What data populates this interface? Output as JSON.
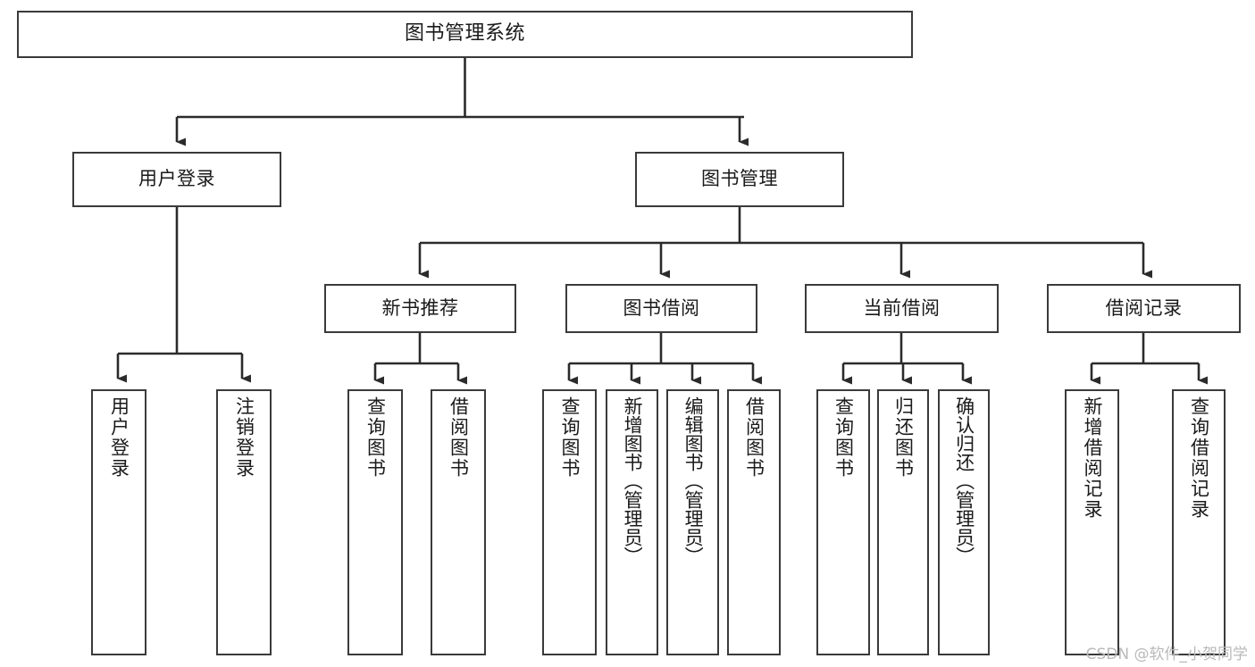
{
  "diagram": {
    "type": "tree-hierarchy",
    "title": "图书管理系统",
    "orientation": "top-down",
    "colors": {
      "background": "#ffffff",
      "node_fill": "#ffffff",
      "node_border": "#3a3a3a",
      "edge": "#2b2b2b",
      "text": "#1a1a1a",
      "watermark": "#b9b9b9"
    },
    "root": {
      "label": "图书管理系统"
    },
    "level2": [
      {
        "label": "用户登录"
      },
      {
        "label": "图书管理"
      }
    ],
    "level3": [
      {
        "label": "新书推荐"
      },
      {
        "label": "图书借阅"
      },
      {
        "label": "当前借阅"
      },
      {
        "label": "借阅记录"
      }
    ],
    "leaves": {
      "user_login": [
        {
          "label": "用户登录"
        },
        {
          "label": "注销登录"
        }
      ],
      "new_book_recommend": [
        {
          "label": "查询图书"
        },
        {
          "label": "借阅图书"
        }
      ],
      "book_borrow": [
        {
          "label": "查询图书"
        },
        {
          "label": "新增图书（管理员）"
        },
        {
          "label": "编辑图书（管理员）"
        },
        {
          "label": "借阅图书"
        }
      ],
      "current_borrow": [
        {
          "label": "查询图书"
        },
        {
          "label": "归还图书"
        },
        {
          "label": "确认归还（管理员）"
        }
      ],
      "borrow_record": [
        {
          "label": "新增借阅记录"
        },
        {
          "label": "查询借阅记录"
        }
      ]
    }
  },
  "watermark": {
    "text": "CSDN @软件_小贺同学"
  }
}
